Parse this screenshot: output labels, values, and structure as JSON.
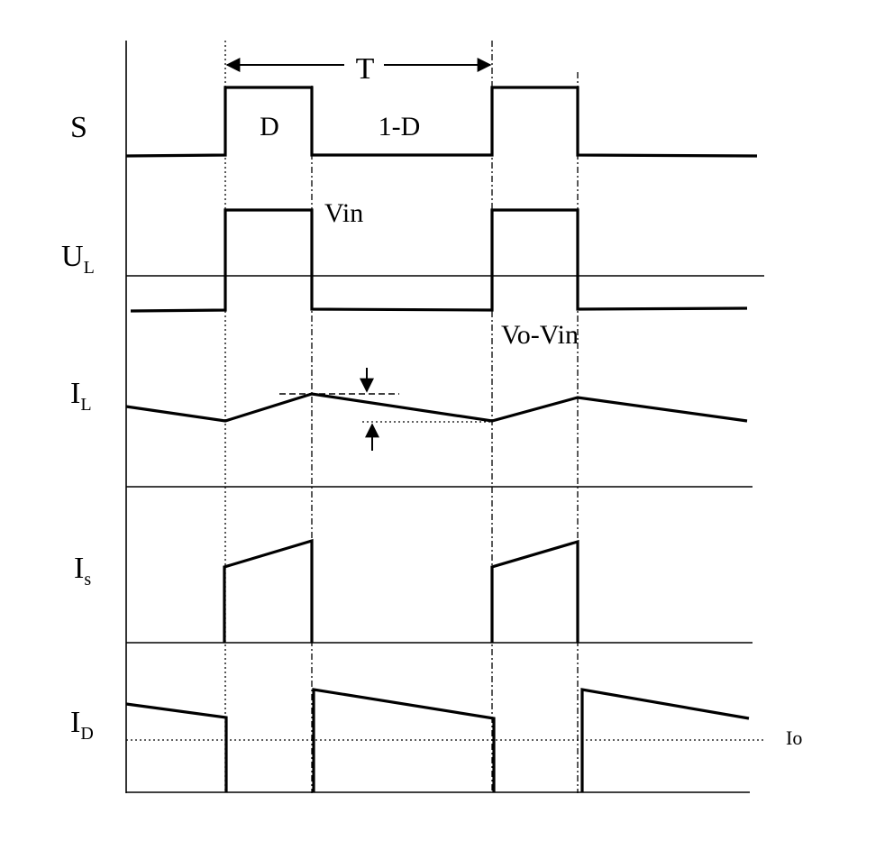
{
  "signals": {
    "s": {
      "main": "S",
      "sub": ""
    },
    "ul": {
      "main": "U",
      "sub": "L"
    },
    "il": {
      "main": "I",
      "sub": "L"
    },
    "is": {
      "main": "I",
      "sub": "s"
    },
    "id": {
      "main": "I",
      "sub": "D"
    }
  },
  "annotations": {
    "period": "T",
    "duty": "D",
    "off_duty": "1-D",
    "vin": "Vin",
    "vo_vin": "Vo-Vin",
    "io": "Io"
  }
}
